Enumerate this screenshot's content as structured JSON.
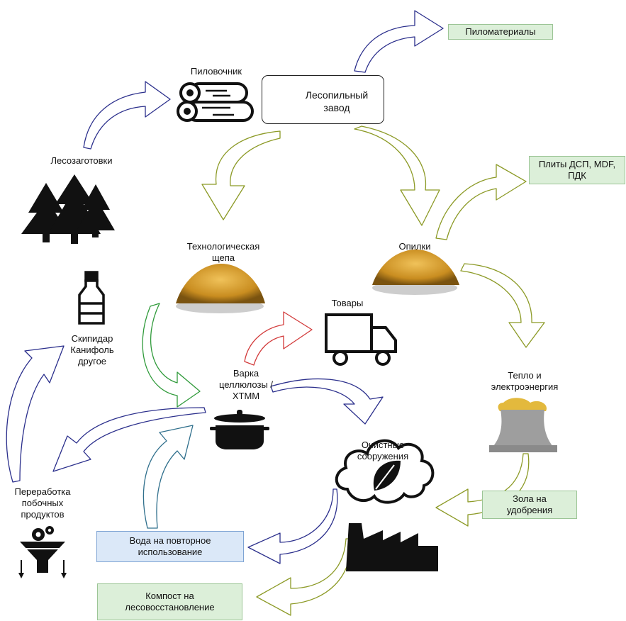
{
  "nodes": {
    "sawlogs": "Пиловочник",
    "sawmill": "Лесопильный\nзавод",
    "lumber": "Пиломатериалы",
    "logging": "Лесозаготовки",
    "boards": "Плиты ДСП, MDF,\nПДК",
    "chips": "Технологическая\nщепа",
    "sawdust": "Опилки",
    "goods": "Товары",
    "byproducts": "Скипидар\nКанифоль\nдругое",
    "pulping": "Варка\nцеллюлозы /\nХТММ",
    "energy": "Тепло и\nэлектроэнергия",
    "treatment": "Очистные\nсооружения",
    "processing": "Переработка\nпобочных\nпродуктов",
    "ash": "Зола на\nудобрения",
    "water": "Вода на повторное\nиспользование",
    "compost": "Компост на\nлесовосстановление"
  },
  "colors": {
    "arrow_blue": "#2b2f8c",
    "arrow_olive": "#8c9a26",
    "arrow_green": "#2f9a3a",
    "arrow_red": "#d23a3a",
    "arrow_teal": "#2f6f8c",
    "green_box": "#dcefd9",
    "blue_box": "#dbe8f8",
    "chip_fill": "#d9a12e"
  }
}
